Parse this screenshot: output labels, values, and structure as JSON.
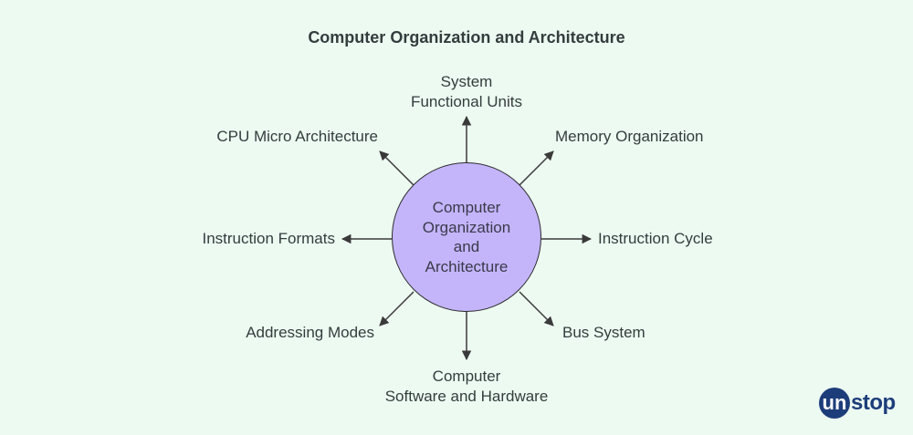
{
  "title": "Computer Organization and Architecture",
  "hub": {
    "label": "Computer\nOrganization\nand\nArchitecture",
    "fill": "#c4b5fb"
  },
  "nodes": {
    "top": "System\nFunctional Units",
    "top_right": "Memory Organization",
    "right": "Instruction Cycle",
    "bottom_right": "Bus System",
    "bottom": "Computer\nSoftware and Hardware",
    "bottom_left": "Addressing Modes",
    "left": "Instruction Formats",
    "top_left": "CPU Micro Architecture"
  },
  "logo": {
    "badge_text": "un",
    "rest_text": "stop",
    "color": "#1d3d7a"
  },
  "colors": {
    "background": "#edfaf2",
    "arrow": "#3a3a3a"
  }
}
